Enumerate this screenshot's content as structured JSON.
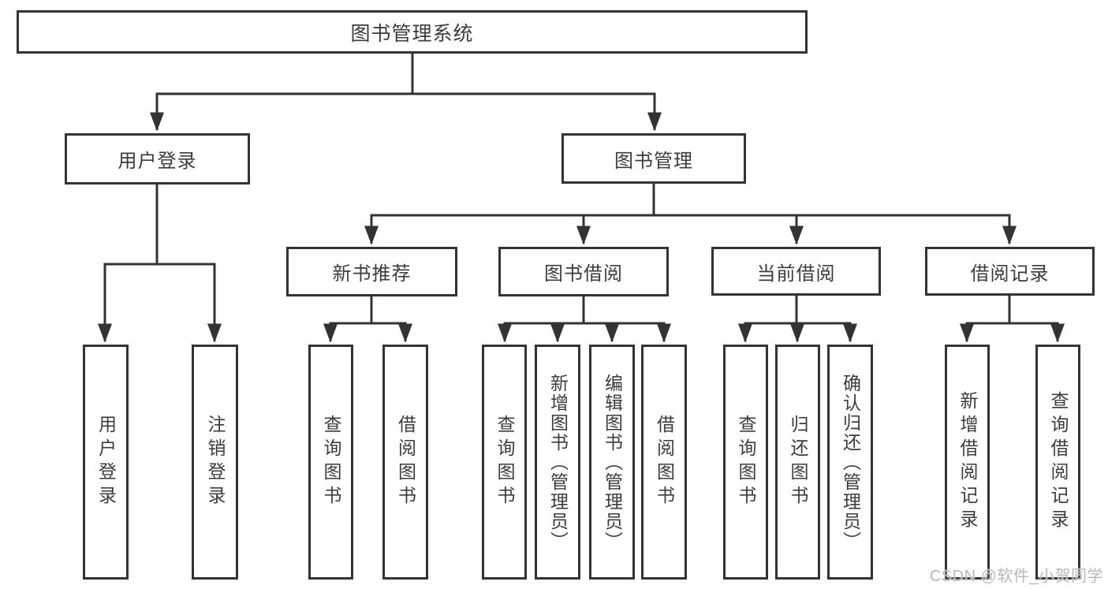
{
  "diagram": {
    "type": "tree",
    "root": {
      "label": "图书管理系统",
      "children": [
        {
          "label": "用户登录",
          "children": [
            {
              "label": "用户登录"
            },
            {
              "label": "注销登录"
            }
          ]
        },
        {
          "label": "图书管理",
          "children": [
            {
              "label": "新书推荐",
              "children": [
                {
                  "label": "查询图书"
                },
                {
                  "label": "借阅图书"
                }
              ]
            },
            {
              "label": "图书借阅",
              "children": [
                {
                  "label": "查询图书"
                },
                {
                  "label": "新增图书（管理员）"
                },
                {
                  "label": "编辑图书（管理员）"
                },
                {
                  "label": "借阅图书"
                }
              ]
            },
            {
              "label": "当前借阅",
              "children": [
                {
                  "label": "查询图书"
                },
                {
                  "label": "归还图书"
                },
                {
                  "label": "确认归还（管理员）"
                }
              ]
            },
            {
              "label": "借阅记录",
              "children": [
                {
                  "label": "新增借阅记录"
                },
                {
                  "label": "查询借阅记录"
                }
              ]
            }
          ]
        }
      ]
    }
  },
  "watermark": {
    "text": "CSDN @软件_小贺同学",
    "color": "#b8b8b8"
  },
  "colors": {
    "line": "#333333",
    "text": "#3c3c3c",
    "background": "#ffffff"
  }
}
